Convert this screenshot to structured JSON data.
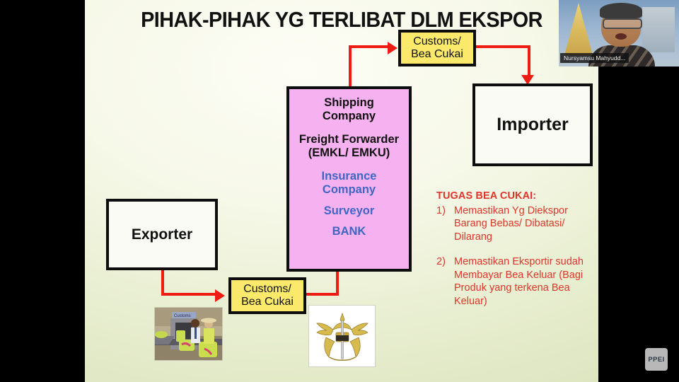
{
  "slide": {
    "title": "PIHAK-PIHAK YG TERLIBAT DLM EKSPOR",
    "boxes": {
      "customs_top": {
        "line1": "Customs/",
        "line2": "Bea Cukai"
      },
      "customs_bottom": {
        "line1": "Customs/",
        "line2": "Bea Cukai"
      },
      "importer": "Importer",
      "exporter": "Exporter",
      "intermediaries": [
        {
          "text": "Shipping",
          "color": "#111111"
        },
        {
          "text": "Company",
          "color": "#111111"
        },
        {
          "text": "Freight Forwarder",
          "color": "#111111"
        },
        {
          "text": "(EMKL/ EMKU)",
          "color": "#111111"
        },
        {
          "text": "Insurance",
          "color": "#3f66c6"
        },
        {
          "text": "Company",
          "color": "#3f66c6"
        },
        {
          "text": "Surveyor",
          "color": "#3f66c6"
        },
        {
          "text": "BANK",
          "color": "#3f66c6"
        }
      ]
    },
    "tugas": {
      "heading": "TUGAS BEA CUKAI:",
      "items": [
        {
          "number": "1)",
          "text": "Memastikan Yg Diekspor Barang Bebas/ Dibatasi/ Dilarang"
        },
        {
          "number": "2)",
          "text": "Memastikan Eksportir sudah Membayar Bea Keluar (Bagi Produk yang terkena Bea Keluar)"
        }
      ]
    },
    "images": {
      "customs_checkpoint": "customs-xray-checkpoint-clipart",
      "emblem": "indonesian-customs-bea-cukai-emblem"
    },
    "colors": {
      "accent_red": "#ef1c14",
      "text_red": "#e1342a",
      "yellow_box": "#fbe96b",
      "pink_box": "#f6b2f0",
      "blue_text": "#3f66c6"
    }
  },
  "webcam": {
    "participant_name": "Nursyamsu Mahyudd..."
  },
  "watermark": {
    "label": "PPEI"
  }
}
